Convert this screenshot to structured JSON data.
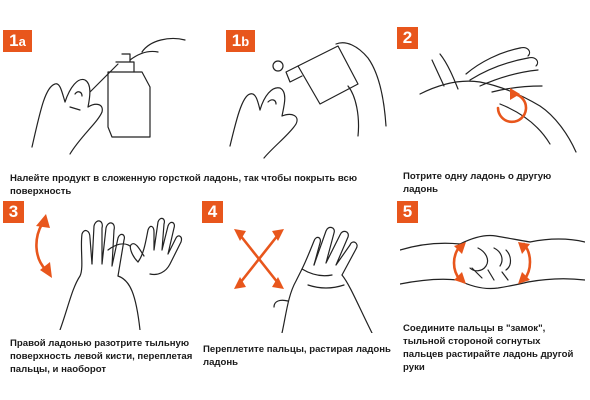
{
  "steps": [
    {
      "id": "1a",
      "badge_num": "1",
      "badge_letter": "a",
      "caption": "Налейте продукт в сложенную горсткой ладонь, так чтобы покрыть всю поверхность"
    },
    {
      "id": "1b",
      "badge_num": "1",
      "badge_letter": "b"
    },
    {
      "id": "2",
      "badge": "2",
      "caption": "Потрите одну ладонь о другую ладонь"
    },
    {
      "id": "3",
      "badge": "3",
      "caption": "Правой ладонью разотрите тыльную поверхность левой кисти, переплетая пальцы, и наоборот"
    },
    {
      "id": "4",
      "badge": "4",
      "caption": "Переплетите пальцы, растирая ладонь ладонь"
    },
    {
      "id": "5",
      "badge": "5",
      "caption": "Соедините пальцы в \"замок\", тыльной стороной согнутых пальцев растирайте ладонь другой руки"
    }
  ],
  "colors": {
    "accent": "#e8561c",
    "text": "#1a1a1a"
  }
}
